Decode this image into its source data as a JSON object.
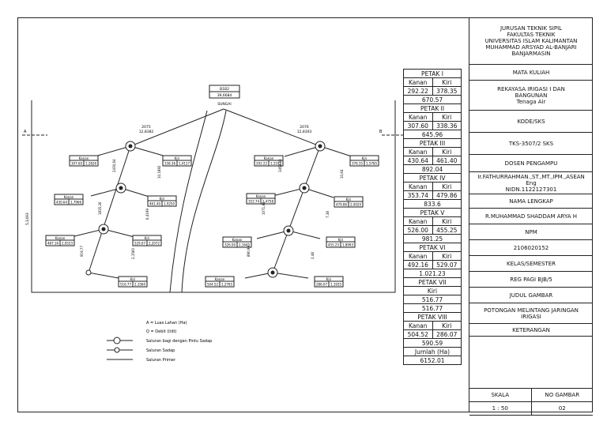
{
  "source": {
    "code": "B1B2",
    "value": "39,6684",
    "label": "SUNGAI"
  },
  "branches": {
    "left": {
      "code": "2075",
      "value": "12,8382"
    },
    "right": {
      "code": "2076",
      "value": "12,8303"
    }
  },
  "cross_marks": {
    "left": "A",
    "right": "B"
  },
  "left_bar_label": "5,1493",
  "nodes": [
    {
      "name": "Kanan",
      "a": "307.60",
      "b": "1,2826"
    },
    {
      "name": "Kiri",
      "a": "338.36",
      "b": "1,4117"
    },
    {
      "name": "Kanan",
      "a": "430.64",
      "b": "1,7966"
    },
    {
      "name": "Kiri",
      "a": "461.40",
      "b": "1,9250"
    },
    {
      "name": "Kanan",
      "a": "487.16",
      "b": "2,0533"
    },
    {
      "name": "Kiri",
      "a": "529.07",
      "b": "2,2072"
    },
    {
      "name": "Kiri",
      "a": "516.77",
      "b": "2,1560"
    },
    {
      "name": "Kanan",
      "a": "292.22",
      "b": "1,2192"
    },
    {
      "name": "Kiri",
      "a": "378.35",
      "b": "1,5785"
    },
    {
      "name": "Kanan",
      "a": "353.74",
      "b": "1,4758"
    },
    {
      "name": "Kiri",
      "a": "479.86",
      "b": "2,0020"
    },
    {
      "name": "Kanan",
      "a": "326.00",
      "b": "2,1645"
    },
    {
      "name": "Kiri",
      "a": "455.25",
      "b": "1,8993"
    },
    {
      "name": "Kanan",
      "a": "504.52",
      "b": "1,2765"
    },
    {
      "name": "Kiri",
      "a": "286.07",
      "b": "1,1935"
    }
  ],
  "channel_labels": [
    "2430,64",
    "10,1892",
    "1835,26",
    "6,4199",
    "919,77",
    "2,1560",
    "3458,43",
    "10,64",
    "1071,84",
    "7,38",
    "890,99",
    "2,48"
  ],
  "legend": [
    "A = Luas Lahan (Ha)",
    "Q = Debit (l/dt)",
    "Saluran bagi dengan Pintu Sadap",
    "Saluran Sadap",
    "Saluran Primer"
  ],
  "petak": [
    {
      "title": "PETAK I",
      "kanan": "292.22",
      "kiri": "378.35",
      "total": "670.57"
    },
    {
      "title": "PETAK II",
      "kanan": "307.60",
      "kiri": "338.36",
      "total": "645.96"
    },
    {
      "title": "PETAK III",
      "kanan": "430.64",
      "kiri": "461.40",
      "total": "892.04"
    },
    {
      "title": "PETAK IV",
      "kanan": "353.74",
      "kiri": "479.86",
      "total": "833.6"
    },
    {
      "title": "PETAK V",
      "kanan": "526.00",
      "kiri": "455.25",
      "total": "981.25"
    },
    {
      "title": "PETAK VI",
      "kanan": "492.16",
      "kiri": "529.07",
      "total": "1.021.23"
    },
    {
      "title": "PETAK VIII",
      "kanan": "504.52",
      "kiri": "286.07",
      "total": "590.59"
    }
  ],
  "petak_vii": {
    "title": "PETAK VII",
    "kiri_label": "Kiri",
    "kiri": "516.77",
    "total": "516.77"
  },
  "petak_labels": {
    "kanan": "Kanan",
    "kiri": "Kiri"
  },
  "jumlah": {
    "label": "Jumlah (Ha)",
    "value": "6152.01"
  },
  "title_block": {
    "institution": "JURUSAN TEKNIK SIPIL\nFAKULTAS TEKNIK\nUNIVERSITAS ISLAM KALIMANTAN\nMUHAMMAD ARSYAD AL-BANJARI\nBANJARMASIN",
    "mata_kuliah_label": "MATA KULIAH",
    "mata_kuliah": "REKAYASA IRIGASI I DAN\nBANGUNAN\nTenaga Air",
    "kode_label": "KODE/SKS",
    "kode": "TKS-3507/2 SKS",
    "dosen_label": "DOSEN PENGAMPU",
    "dosen": "Ir.FATHURRAHMAN.,ST.,MT.,IPM.,ASEAN Eng\nNIDN.1122127301",
    "nama_label": "NAMA LENGKAP",
    "nama": "R.MUHAMMAD SHADDAM ARYA H",
    "npm_label": "NPM",
    "npm": "2106020152",
    "kelas_label": "KELAS/SEMESTER",
    "kelas": "REG PAGI BJB/5",
    "judul_label": "JUDUL GAMBAR",
    "judul": "POTONGAN MELINTANG JARINGAN\nIRIGASI",
    "keterangan_label": "KETERANGAN",
    "skala_label": "SKALA",
    "no_gambar_label": "NO GAMBAR",
    "skala": "1 : 50",
    "no_gambar": "02"
  }
}
